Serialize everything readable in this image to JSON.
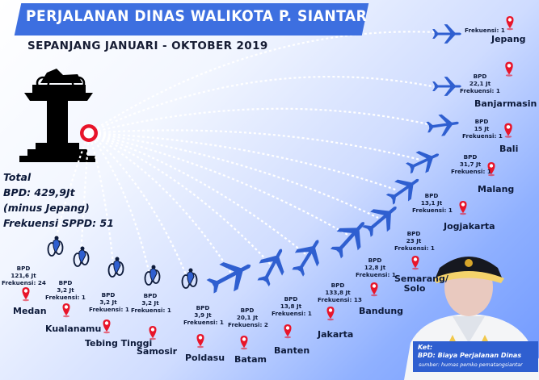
{
  "title": "PERJALANAN DINAS WALIKOTA P. SIANTAR",
  "subtitle": "SEPANJANG JANUARI - OKTOBER 2019",
  "total": [
    "Total",
    "BPD: 429,9Jt",
    "(minus Jepang)",
    "Frekuensi SPPD: 51"
  ],
  "destinations": [
    {
      "city": "Jepang",
      "bpd": "",
      "frekuensi": "Frekuensi: 1"
    },
    {
      "city": "Banjarmasin",
      "bpd_title": "BPD",
      "bpd": "22,1 Jt",
      "frekuensi": "Frekuensi: 1"
    },
    {
      "city": "Bali",
      "bpd_title": "BPD",
      "bpd": "15 Jt",
      "frekuensi": "Frekuensi: 1"
    },
    {
      "city": "Malang",
      "bpd_title": "BPD",
      "bpd": "31,7 Jt",
      "frekuensi": "Frekuensi: 1"
    },
    {
      "city": "Jogjakarta",
      "bpd_title": "BPD",
      "bpd": "13,1 Jt",
      "frekuensi": "Frekuensi: 1"
    },
    {
      "city": "Semarang/ Solo",
      "bpd_title": "BPD",
      "bpd": "23 Jt",
      "frekuensi": "Frekuensi: 1"
    },
    {
      "city": "Bandung",
      "bpd_title": "BPD",
      "bpd": "12,8 Jt",
      "frekuensi": "Frekuensi: 1"
    },
    {
      "city": "Jakarta",
      "bpd_title": "BPD",
      "bpd": "133,8 Jt",
      "frekuensi": "Frekuensi: 13"
    },
    {
      "city": "Banten",
      "bpd_title": "BPD",
      "bpd": "13,8 Jt",
      "frekuensi": "Frekuensi: 1"
    },
    {
      "city": "Batam",
      "bpd_title": "BPD",
      "bpd": "20,1 Jt",
      "frekuensi": "Frekuensi: 2"
    },
    {
      "city": "Poldasu",
      "bpd_title": "BPD",
      "bpd": "3,9 Jt",
      "frekuensi": "Frekuensi: 1"
    },
    {
      "city": "Samosir",
      "bpd_title": "BPD",
      "bpd": "3,2 Jt",
      "frekuensi": "Frekuensi: 1"
    },
    {
      "city": "Tebing Tinggi",
      "bpd_title": "BPD",
      "bpd": "3,2 Jt",
      "frekuensi": "Frekuensi: 1"
    },
    {
      "city": "Kualanamu",
      "bpd_title": "BPD",
      "bpd": "3,2 Jt",
      "frekuensi": "Frekuensi: 1"
    },
    {
      "city": "Medan",
      "bpd_title": "BPD",
      "bpd": "121,6 Jt",
      "frekuensi": "Frekuensi: 24"
    }
  ],
  "ket": {
    "title": "Ket:",
    "text": "BPD: Biaya Perjalanan Dinas"
  },
  "source": "sumber: humas pemko pematangsiantar",
  "colors": {
    "accent": "#3d6fe0",
    "pin": "#e8152a",
    "plane": "#2f5fd0",
    "route": "#ffffff"
  },
  "icons": [
    "airplane-icon",
    "motorcycle-icon",
    "map-pin-icon",
    "monument-icon"
  ]
}
